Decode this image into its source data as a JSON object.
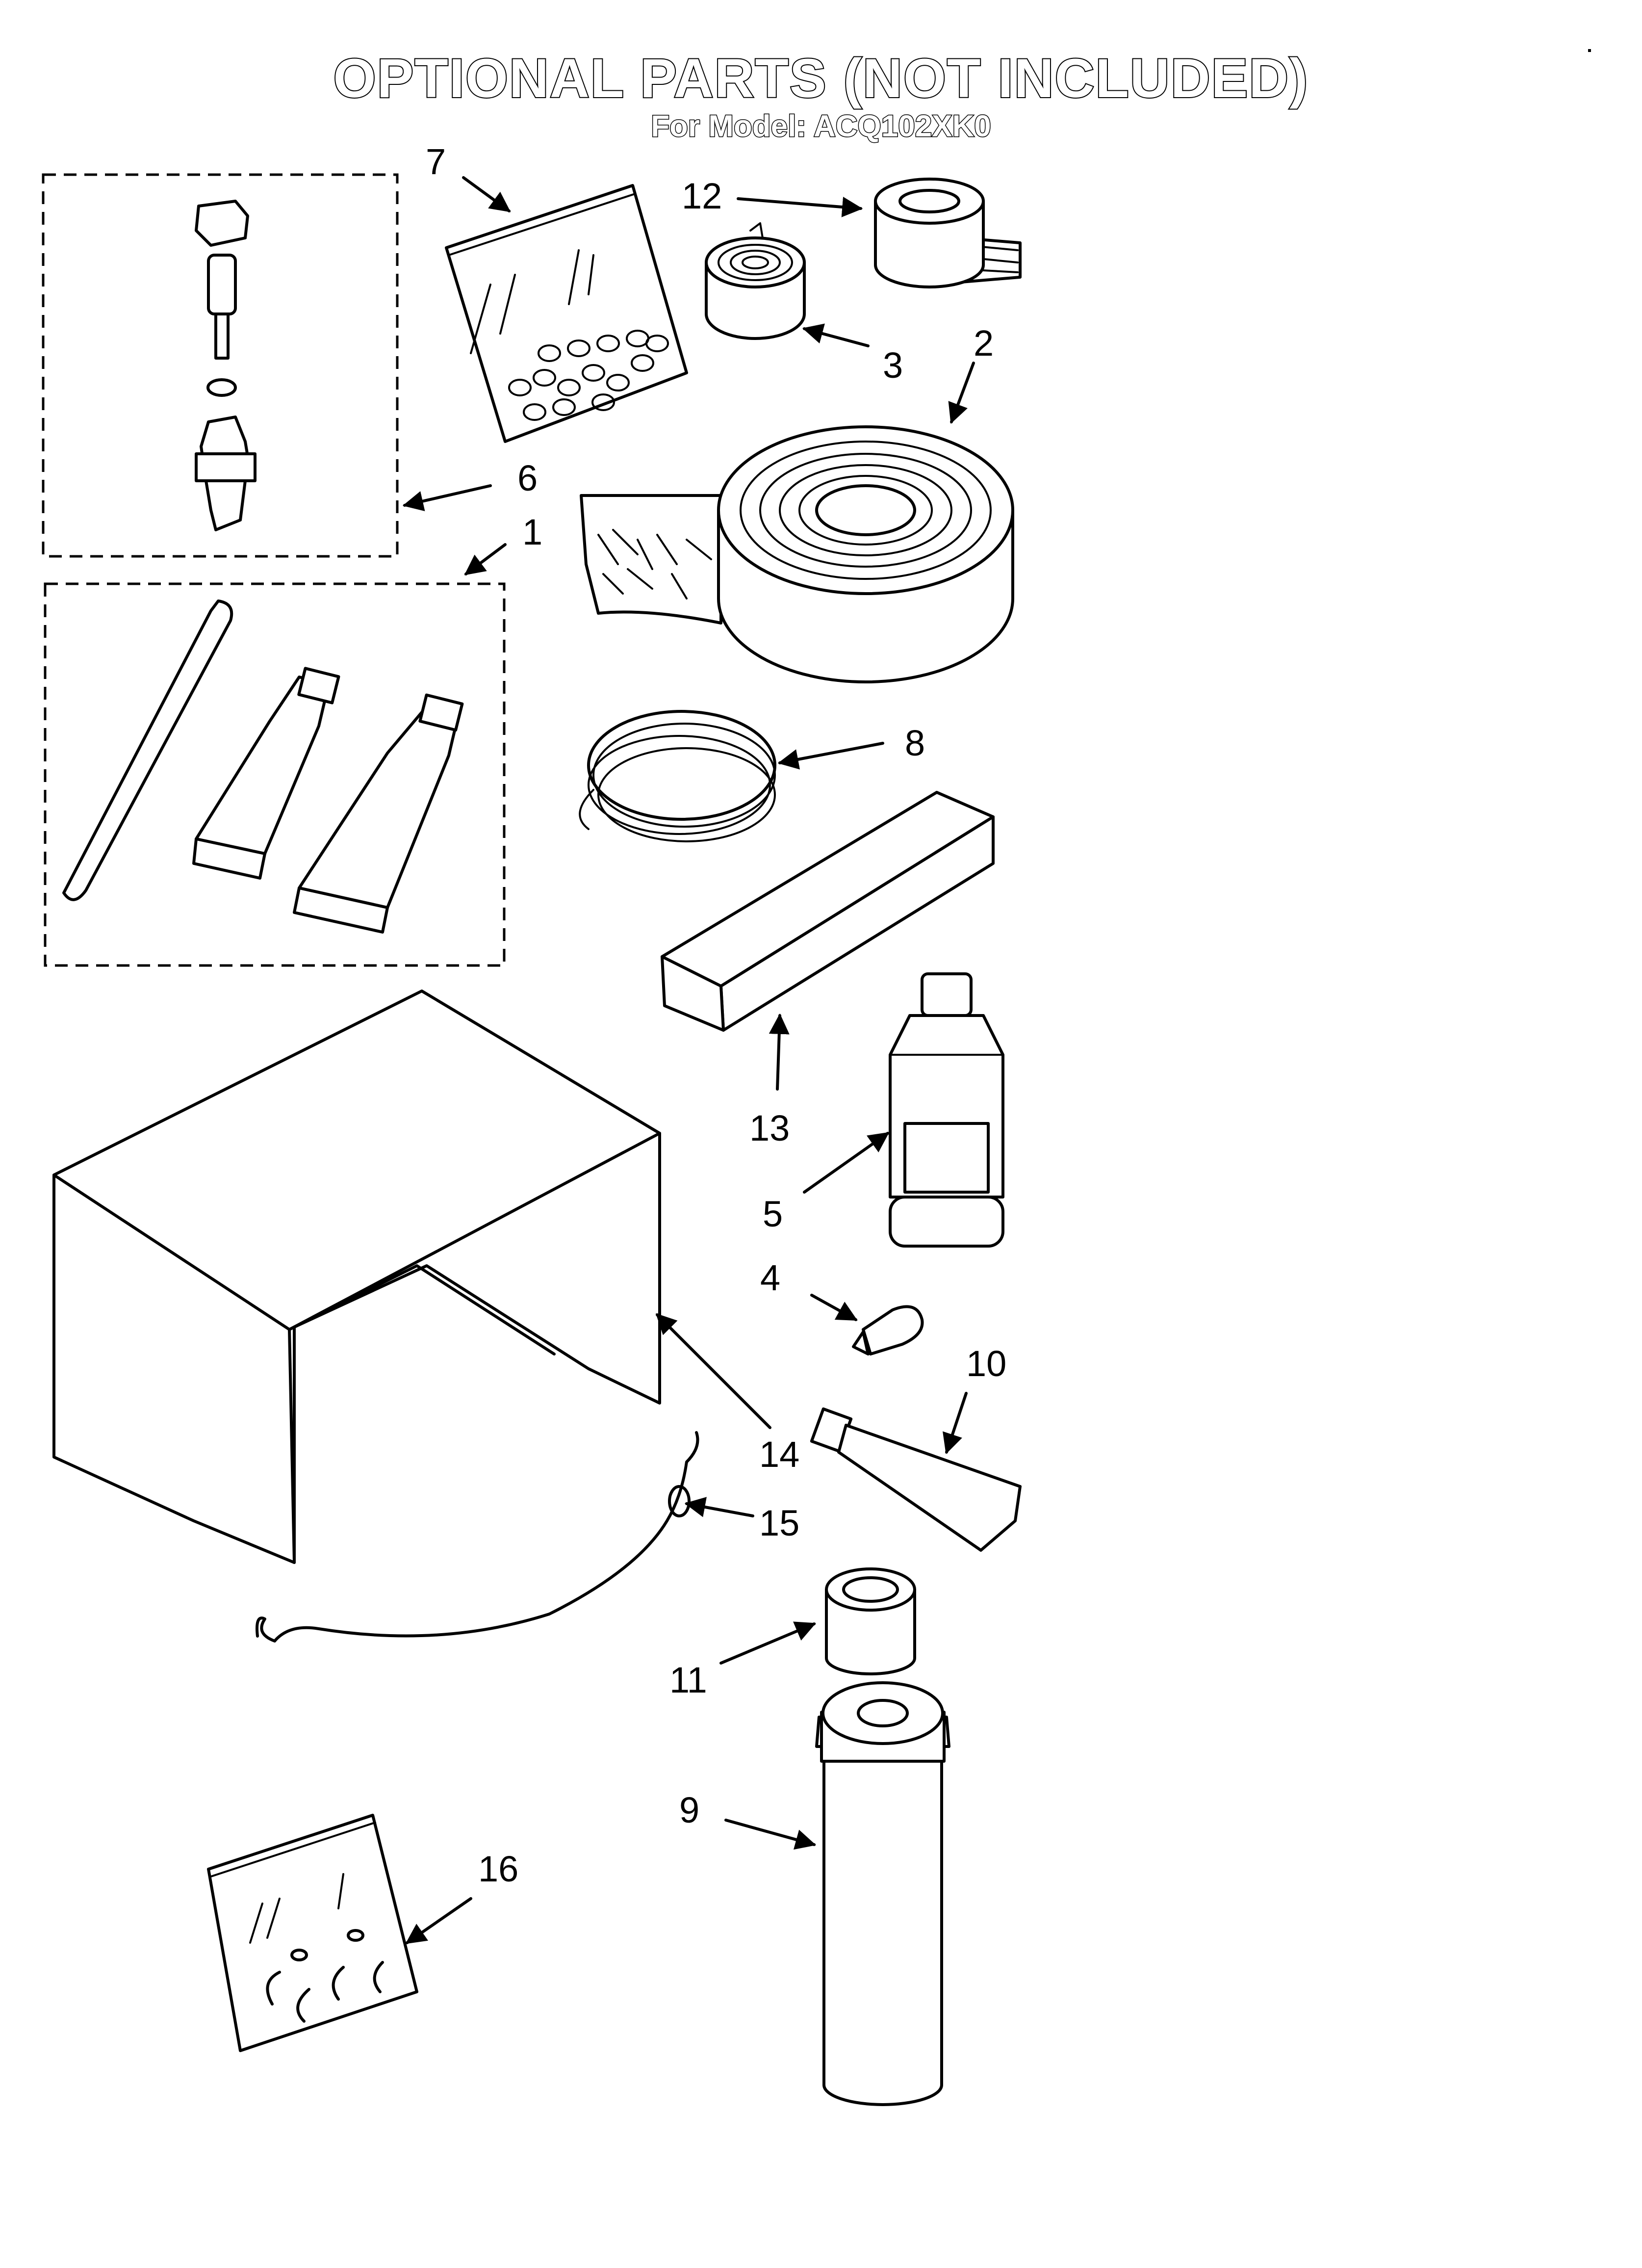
{
  "header": {
    "title": "OPTIONAL PARTS (NOT INCLUDED)",
    "subtitle": "For Model: ACQ102XK0"
  },
  "callouts": [
    "1",
    "2",
    "3",
    "4",
    "5",
    "6",
    "7",
    "8",
    "9",
    "10",
    "11",
    "12",
    "13",
    "14",
    "15",
    "16"
  ],
  "icons": [
    "service-valve-kit",
    "bag-of-screws",
    "tape-roll",
    "foam-tape-roll",
    "wire-coil",
    "sealant-tubes",
    "foam-strip",
    "cleaner-bottle",
    "ear-plug",
    "grease-tube",
    "cover",
    "tie-cord",
    "drain-adapter",
    "spray-can",
    "bag-of-clips"
  ]
}
